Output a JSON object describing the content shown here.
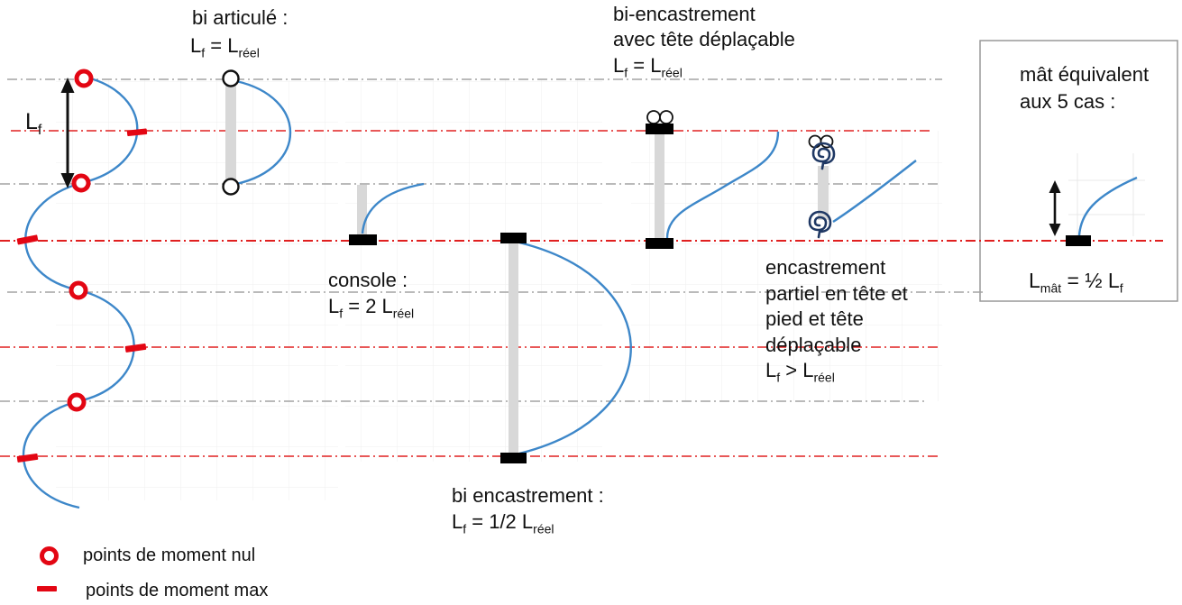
{
  "figure": {
    "lf_arrow_label": {
      "main": "L",
      "sub": "f"
    },
    "cases": {
      "bi_articule": {
        "title": "bi articulé :",
        "formula": [
          "L",
          "f",
          " = L",
          "réel"
        ]
      },
      "console": {
        "title": "console :",
        "formula": [
          "L",
          "f",
          " = 2 L",
          "réel"
        ]
      },
      "bi_encastrement": {
        "title": "bi encastrement :",
        "formula": [
          "L",
          "f",
          " = 1/2 L",
          "réel"
        ]
      },
      "bi_encastrement_tete": {
        "title_line1": "bi-encastrement",
        "title_line2": "avec tête déplaçable",
        "formula": [
          "L",
          "f",
          " = L",
          "réel"
        ]
      },
      "encastrement_partiel": {
        "title_line1": "encastrement",
        "title_line2": "partiel en tête et",
        "title_line3": "pied et tête",
        "title_line4": "déplaçable",
        "formula": [
          "L",
          "f",
          " > L",
          "réel"
        ]
      },
      "mat_equivalent": {
        "title_line1": "mât équivalent",
        "title_line2": "aux 5 cas :",
        "formula": [
          "L",
          "mât",
          " = ½ L",
          "f"
        ]
      }
    },
    "legend": {
      "moment_nul": "points de moment nul",
      "moment_max": "points de moment max"
    },
    "colors": {
      "curve_blue": "#3d87c9",
      "marker_red": "#e30613",
      "line_red": "#e02020",
      "line_gray": "#a3a3a3",
      "column_gray": "#d8d8d8",
      "spring_navy": "#1f3864",
      "box_border_gray": "#999999",
      "text": "#111111"
    }
  }
}
